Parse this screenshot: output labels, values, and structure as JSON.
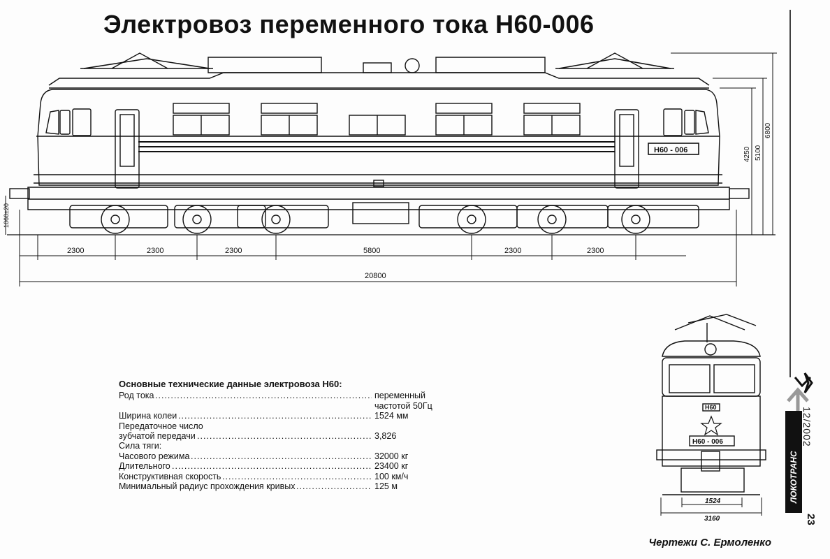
{
  "title": "Электровоз переменного тока Н60-006",
  "locomotive_number": "Н60 - 006",
  "front_plate": "Н60",
  "dimensions": {
    "bottom_segments": [
      "2300",
      "2300",
      "2300",
      "5800",
      "2300",
      "2300"
    ],
    "overall_length": "20800",
    "height_body": "4250",
    "height_roof": "5100",
    "height_total": "6800",
    "buffer_height": "1060±20",
    "front_gauge": "1524",
    "front_width": "3160"
  },
  "specs": {
    "heading": "Основные технические данные электровоза Н60:",
    "rows": [
      {
        "label": "Род тока",
        "dots": true,
        "value": "переменный"
      },
      {
        "label": "",
        "dots": false,
        "value": "частотой 50Гц"
      },
      {
        "label": "Ширина колеи",
        "dots": true,
        "value": "1524 мм"
      },
      {
        "label": "Передаточное число",
        "dots": false,
        "value": ""
      },
      {
        "label": "зубчатой передачи",
        "dots": true,
        "value": "3,826"
      },
      {
        "label": "Сила тяги:",
        "dots": false,
        "value": ""
      },
      {
        "label": "Часового режима",
        "dots": true,
        "value": "32000 кг"
      },
      {
        "label": "Длительного",
        "dots": true,
        "value": "23400 кг"
      },
      {
        "label": "Конструктивная скорость",
        "dots": true,
        "value": "100 км/ч"
      },
      {
        "label": "Минимальный радиус прохождения кривых",
        "dots": true,
        "value": "125 м"
      }
    ]
  },
  "credit": "Чертежи С. Ермоленко",
  "issue": "12/2002",
  "magazine": "ЛОКОТРАНС",
  "page_number": "23"
}
